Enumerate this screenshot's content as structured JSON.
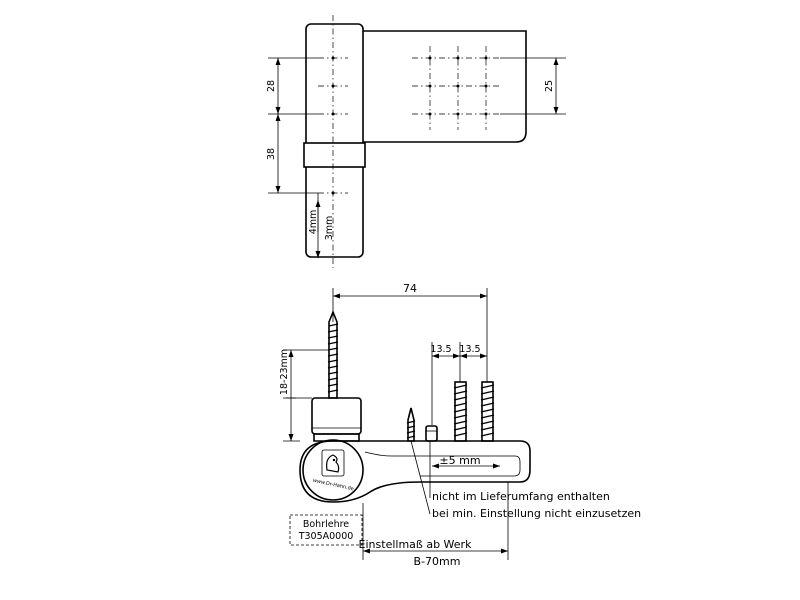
{
  "dimensions": {
    "top_upper": "28",
    "top_lower": "38",
    "plate_right": "25",
    "adjust_up": "4mm",
    "adjust_down": "3mm",
    "width_total": "74",
    "spacing_left": "13.5",
    "spacing_right": "13.5",
    "screw_range": "18-23mm",
    "lateral_adjust": "±5 mm"
  },
  "notes": {
    "not_included": "nicht im Lieferumfang enthalten",
    "not_used": "bei min. Einstellung nicht einzusetzen",
    "drill_template_line1": "Bohrlehre",
    "drill_template_line2": "T305A0000",
    "factory_setting": "Einstellmaß ab Werk",
    "factory_value": "B-70mm",
    "brand_url": "www.Dr-Hahn.de"
  }
}
